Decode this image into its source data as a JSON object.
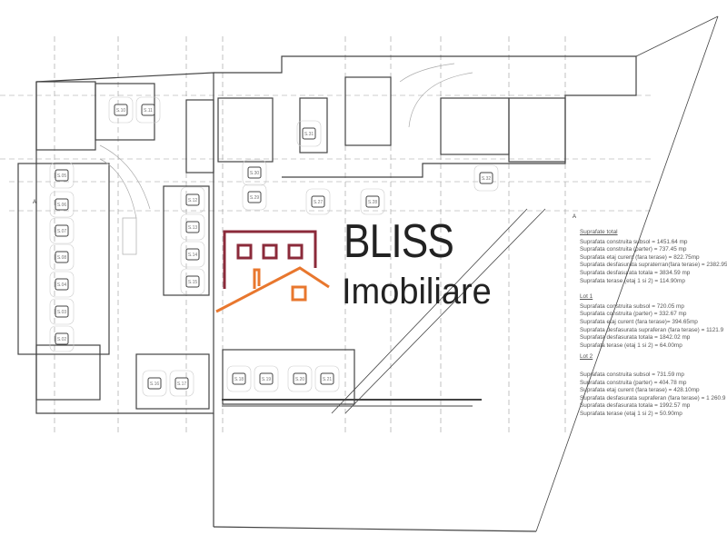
{
  "logo": {
    "line1": "BLISS",
    "line2": "Imobiliare",
    "colors": {
      "roof": "#e8772e",
      "windows": "#8b2a3a"
    }
  },
  "parking_spots": [
    "S.10",
    "S.11",
    "S.05",
    "S.06",
    "S.07",
    "S.08",
    "S.04",
    "S.03",
    "S.02",
    "S.12",
    "S.13",
    "S.14",
    "S.15",
    "S.16",
    "S.17",
    "S.18",
    "S.19",
    "S.20",
    "S.21",
    "S.27",
    "S.28",
    "S.29",
    "S.30",
    "S.31",
    "S.32"
  ],
  "section_marks": [
    "A",
    "A"
  ],
  "stats": {
    "total": {
      "heading": "Suprafate total",
      "lines": [
        "Suprafata construita subsol = 1451.64 mp",
        "Suprafata construita (parter) = 737.45 mp",
        "Suprafata etaj curent (fara terase) = 822.75mp",
        "Suprafata desfasurata supraterran(fara terase) = 2382.95",
        "Suprafata desfasurata totala = 3834.59 mp",
        "Suprafata terase (etaj 1 si 2) = 114.90mp"
      ]
    },
    "lot1": {
      "heading": "Lot 1",
      "lines": [
        "Suprafata construita subsol = 720.05 mp",
        "Suprafata construita (parter) = 332.67 mp",
        "Suprafata etaj curent (fara terase)= 394.65mp",
        "Suprafata desfasurata supraferan (fara terase) = 1121.9",
        "Suprafata desfasurata totala = 1842.02 mp",
        "Suprafata terase (etaj 1 si 2) = 64.00mp"
      ]
    },
    "lot2": {
      "heading": "Lot 2",
      "lines": [
        "Suprafata construita subsol = 731.59 mp",
        "Suprafata construita (parter) = 404.78 mp",
        "Suprafata etaj curent (fara terase) = 428.10mp",
        "Suprafata desfasurata supraferan (fara terase) = 1 260.9",
        "Suprafata desfasurata totala = 1992.57 mp",
        "Suprafata terase (etaj 1 si 2) = 50.90mp"
      ]
    }
  }
}
